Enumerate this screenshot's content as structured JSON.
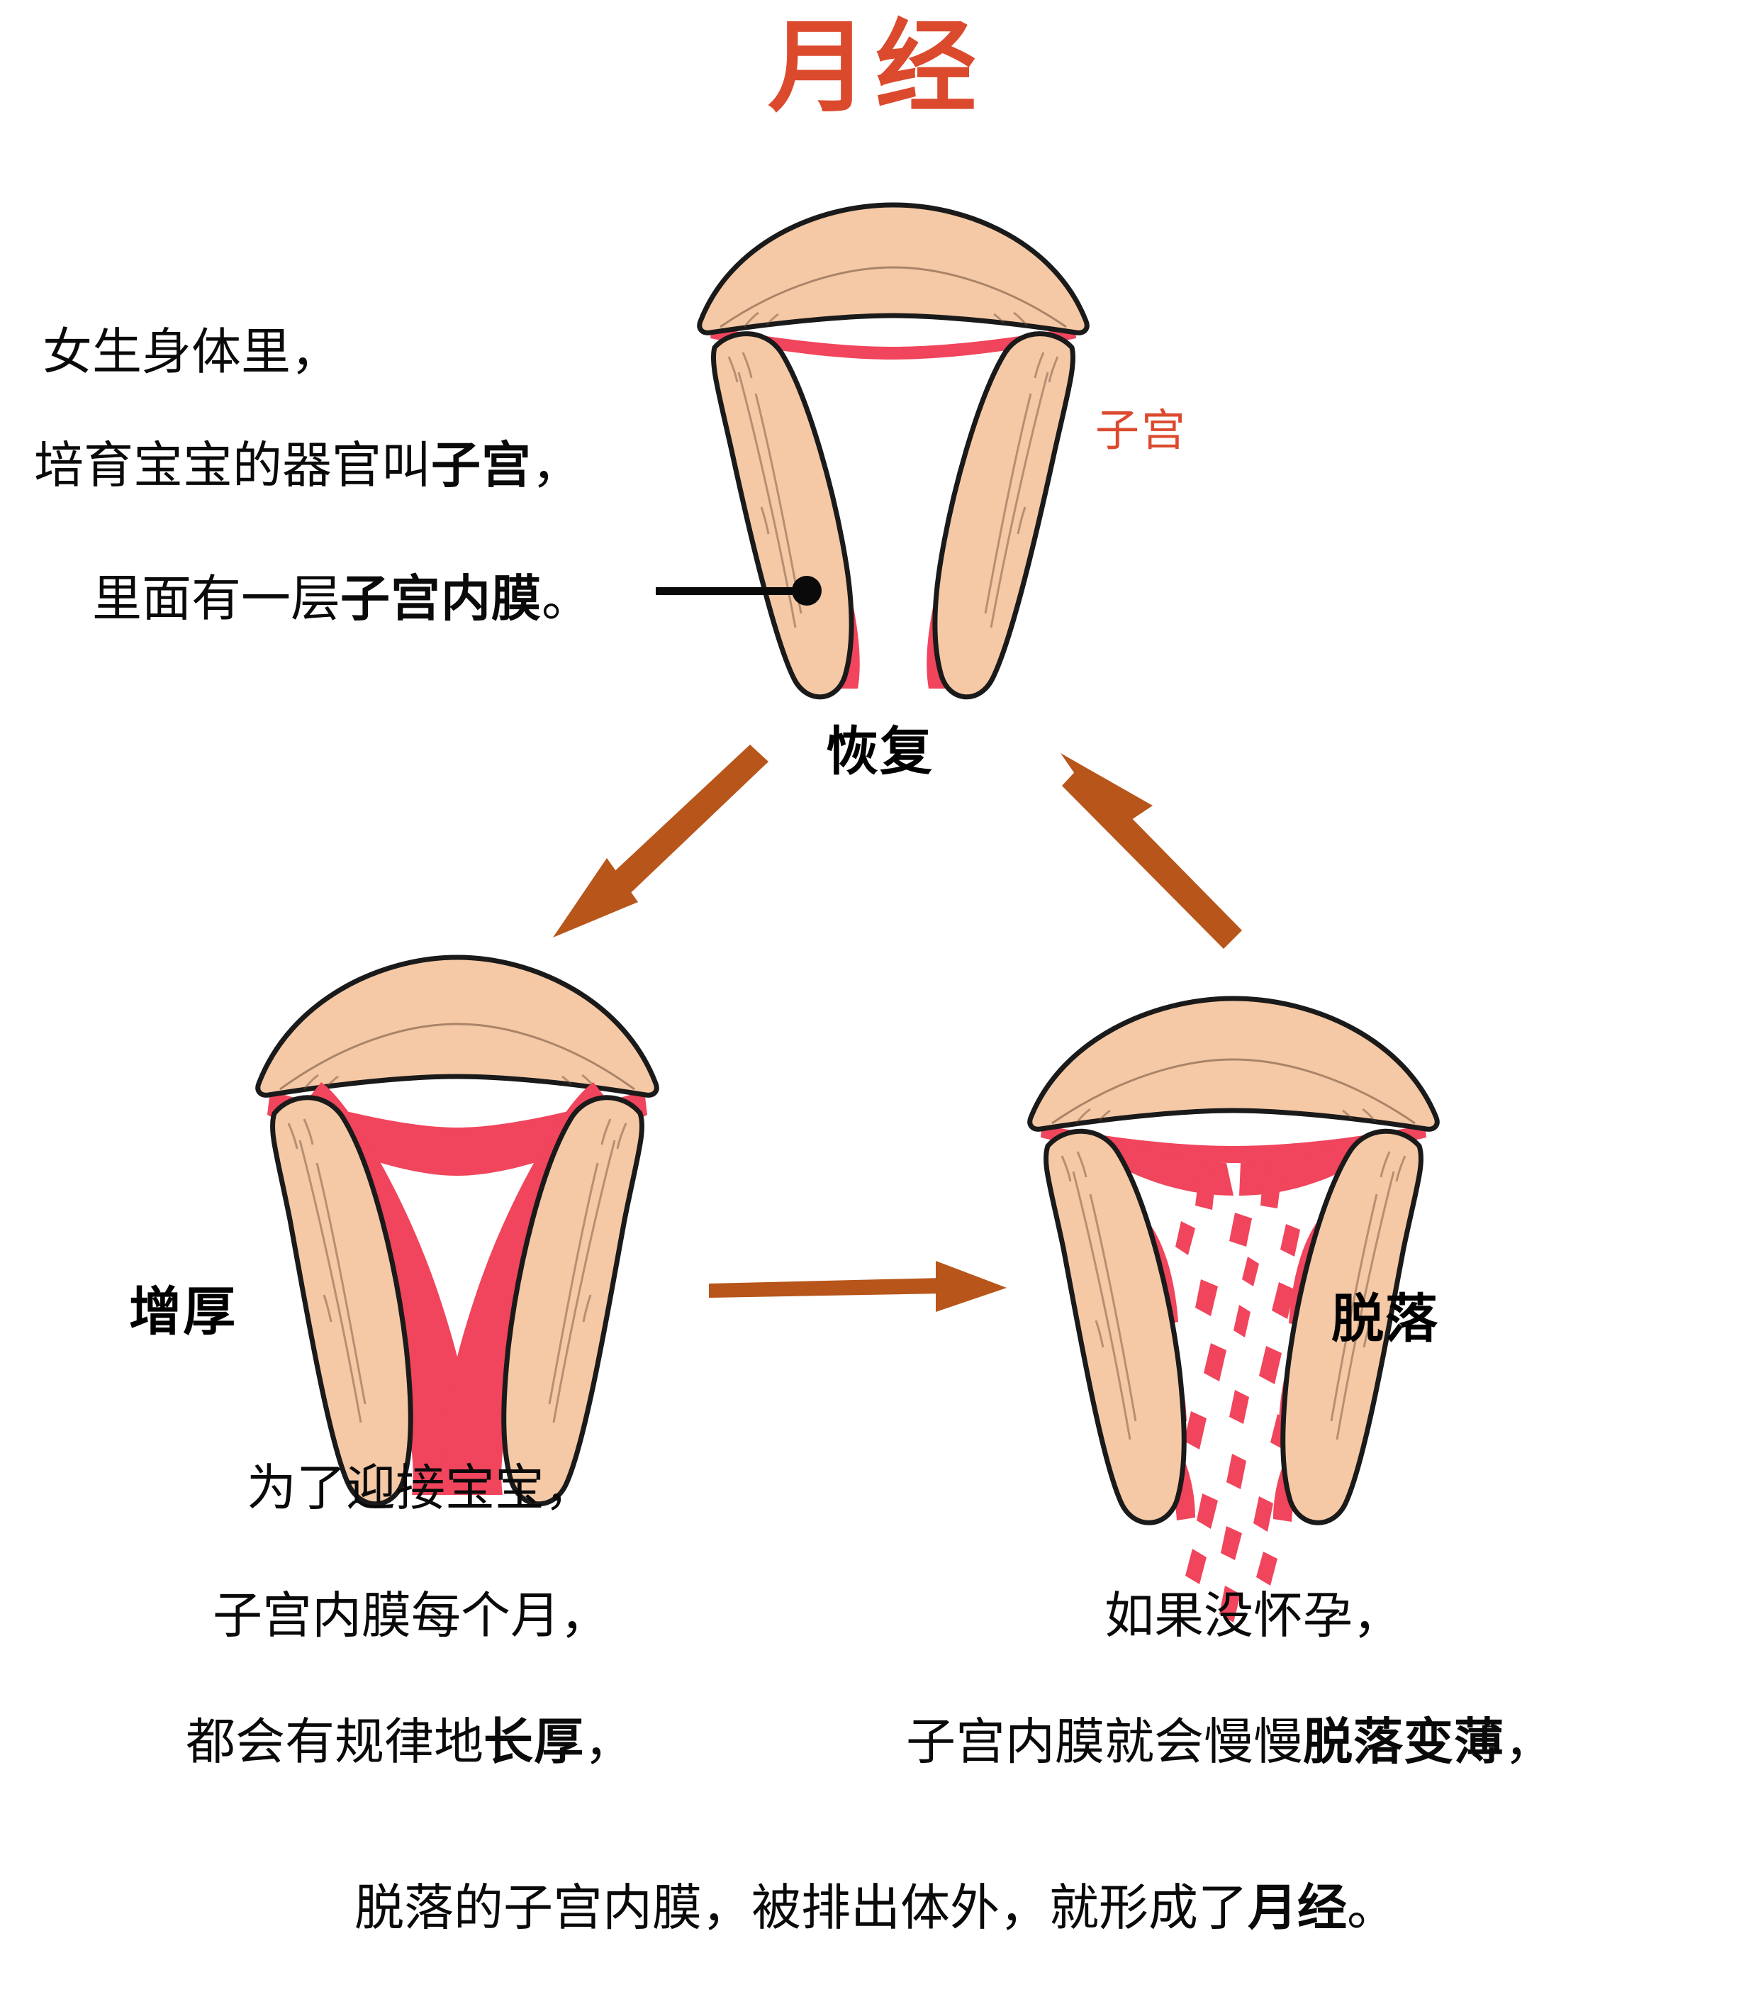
{
  "title": "月经",
  "colors": {
    "title": "#DC4A2E",
    "organ_label": "#DC4A2E",
    "arrow": "#B8551A",
    "tissue": "#F5C9A6",
    "endometrium": "#F0455C",
    "outline": "#1a1a1a",
    "text": "#0a0a0a",
    "background": "#FFFFFF"
  },
  "intro": {
    "line1": "女生身体里，",
    "line2_a": "培育宝宝的器官叫",
    "line2_b": "子宫",
    "line2_c": "，",
    "line3_a": "里面有一层",
    "line3_b": "子宫内膜",
    "line3_c": "。"
  },
  "organ_label": "子宫",
  "stages": {
    "recovery": "恢复",
    "thickening": "增厚",
    "shedding": "脱落"
  },
  "thickening_text": {
    "line1": "为了迎接宝宝，",
    "line2": "子宫内膜每个月，",
    "line3_a": "都会有规律地",
    "line3_b": "长厚",
    "line3_c": "，"
  },
  "shedding_text": {
    "line1": "如果没怀孕，",
    "line2_a": "子宫内膜就会慢慢",
    "line2_b": "脱落变薄",
    "line2_c": "，"
  },
  "conclusion": {
    "part_a": "脱落的子宫内膜，被排出体外，就形成了",
    "part_b": "月经",
    "part_c": "。"
  },
  "icons": {
    "leader_line": "leader-line-icon",
    "leader_dot": "leader-dot-icon",
    "arrow_recovery_to_thickening": "arrow-down-left-icon",
    "arrow_thickening_to_shedding": "arrow-right-icon",
    "arrow_shedding_to_recovery": "arrow-up-left-icon"
  }
}
